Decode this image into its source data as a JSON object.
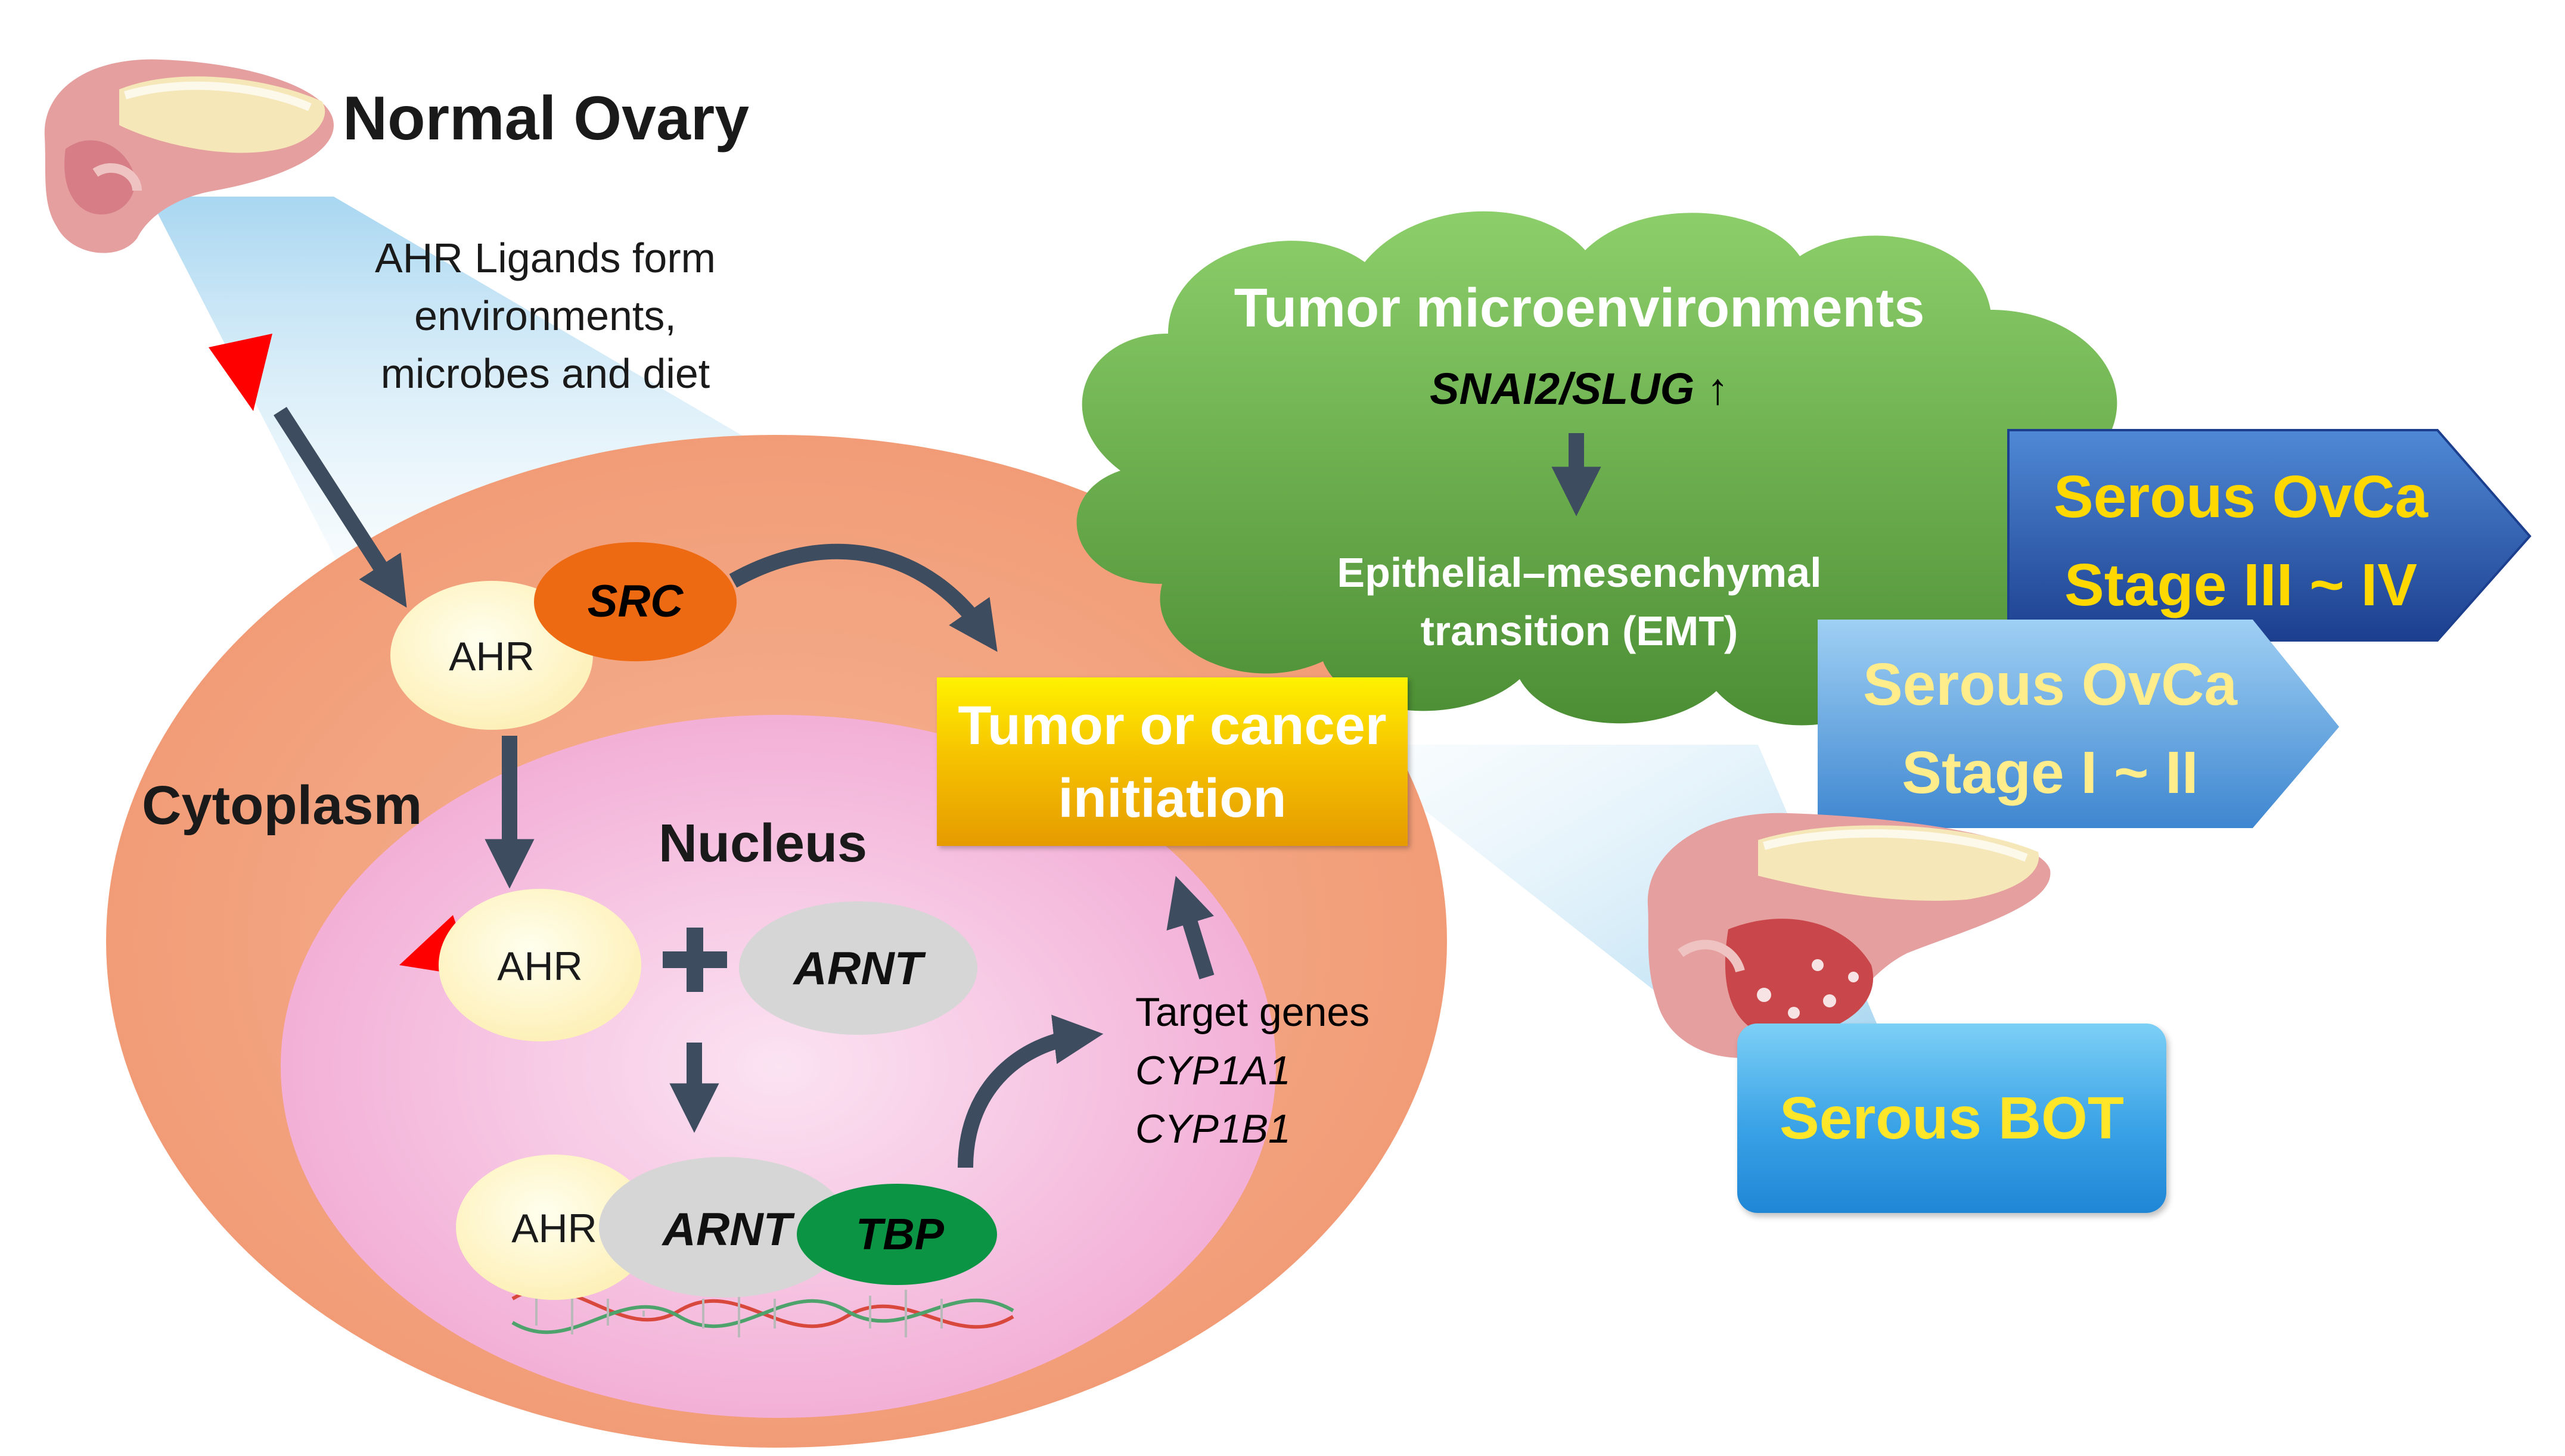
{
  "title": "Normal Ovary",
  "ligands": [
    "AHR Ligands form",
    "environments,",
    "microbes and diet"
  ],
  "cell": {
    "cytoplasm_label": "Cytoplasm",
    "nucleus_label": "Nucleus",
    "ahr_label": "AHR",
    "src_label": "SRC",
    "arnt_label": "ARNT",
    "tbp_label": "TBP",
    "plus": "+"
  },
  "target_genes": {
    "heading": "Target genes",
    "genes": [
      "CYP1A1",
      "CYP1B1"
    ]
  },
  "tumor_box": [
    "Tumor or cancer",
    "initiation"
  ],
  "microenvironment": {
    "title": "Tumor microenvironments",
    "marker": "SNAI2/SLUG ↑",
    "emt": [
      "Epithelial–mesenchymal",
      "transition (EMT)"
    ]
  },
  "stages": {
    "bot": "Serous BOT",
    "stage_1_2": [
      "Serous OvCa",
      "Stage I ~ II"
    ],
    "stage_3_4": [
      "Serous OvCa",
      "Stage III ~ IV"
    ]
  },
  "colors": {
    "cell_outer": "#f4a582",
    "nucleus": "#f4b8dc",
    "src": "#ee6a12",
    "tbp": "#0b9444",
    "arnt": "#d6d6d6",
    "ahr": "#fff6cc",
    "cloud": "#6aa84f",
    "arrow": "#3d4c5f",
    "ligand": "#ff0000"
  }
}
